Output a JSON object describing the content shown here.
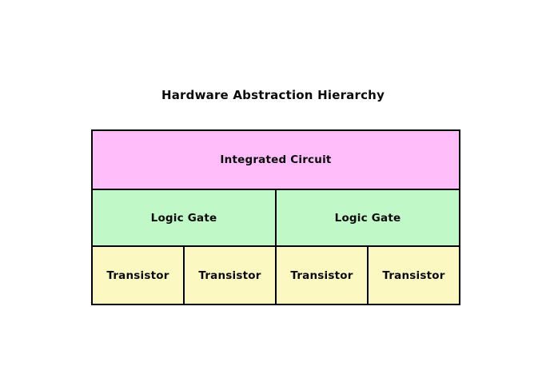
{
  "title": "Hardware Abstraction Hierarchy",
  "colors": {
    "background": "#ffffff",
    "border": "#000000",
    "text": "#0a0a0a",
    "integrated_circuit_fill": "#ffbdf9",
    "logic_gate_fill": "#c1f8c7",
    "transistor_fill": "#fbf8c1"
  },
  "diagram": {
    "levels": [
      {
        "name": "integrated-circuit",
        "cells": [
          "Integrated Circuit"
        ]
      },
      {
        "name": "logic-gate",
        "cells": [
          "Logic Gate",
          "Logic Gate"
        ]
      },
      {
        "name": "transistor",
        "cells": [
          "Transistor",
          "Transistor",
          "Transistor",
          "Transistor"
        ]
      }
    ]
  }
}
